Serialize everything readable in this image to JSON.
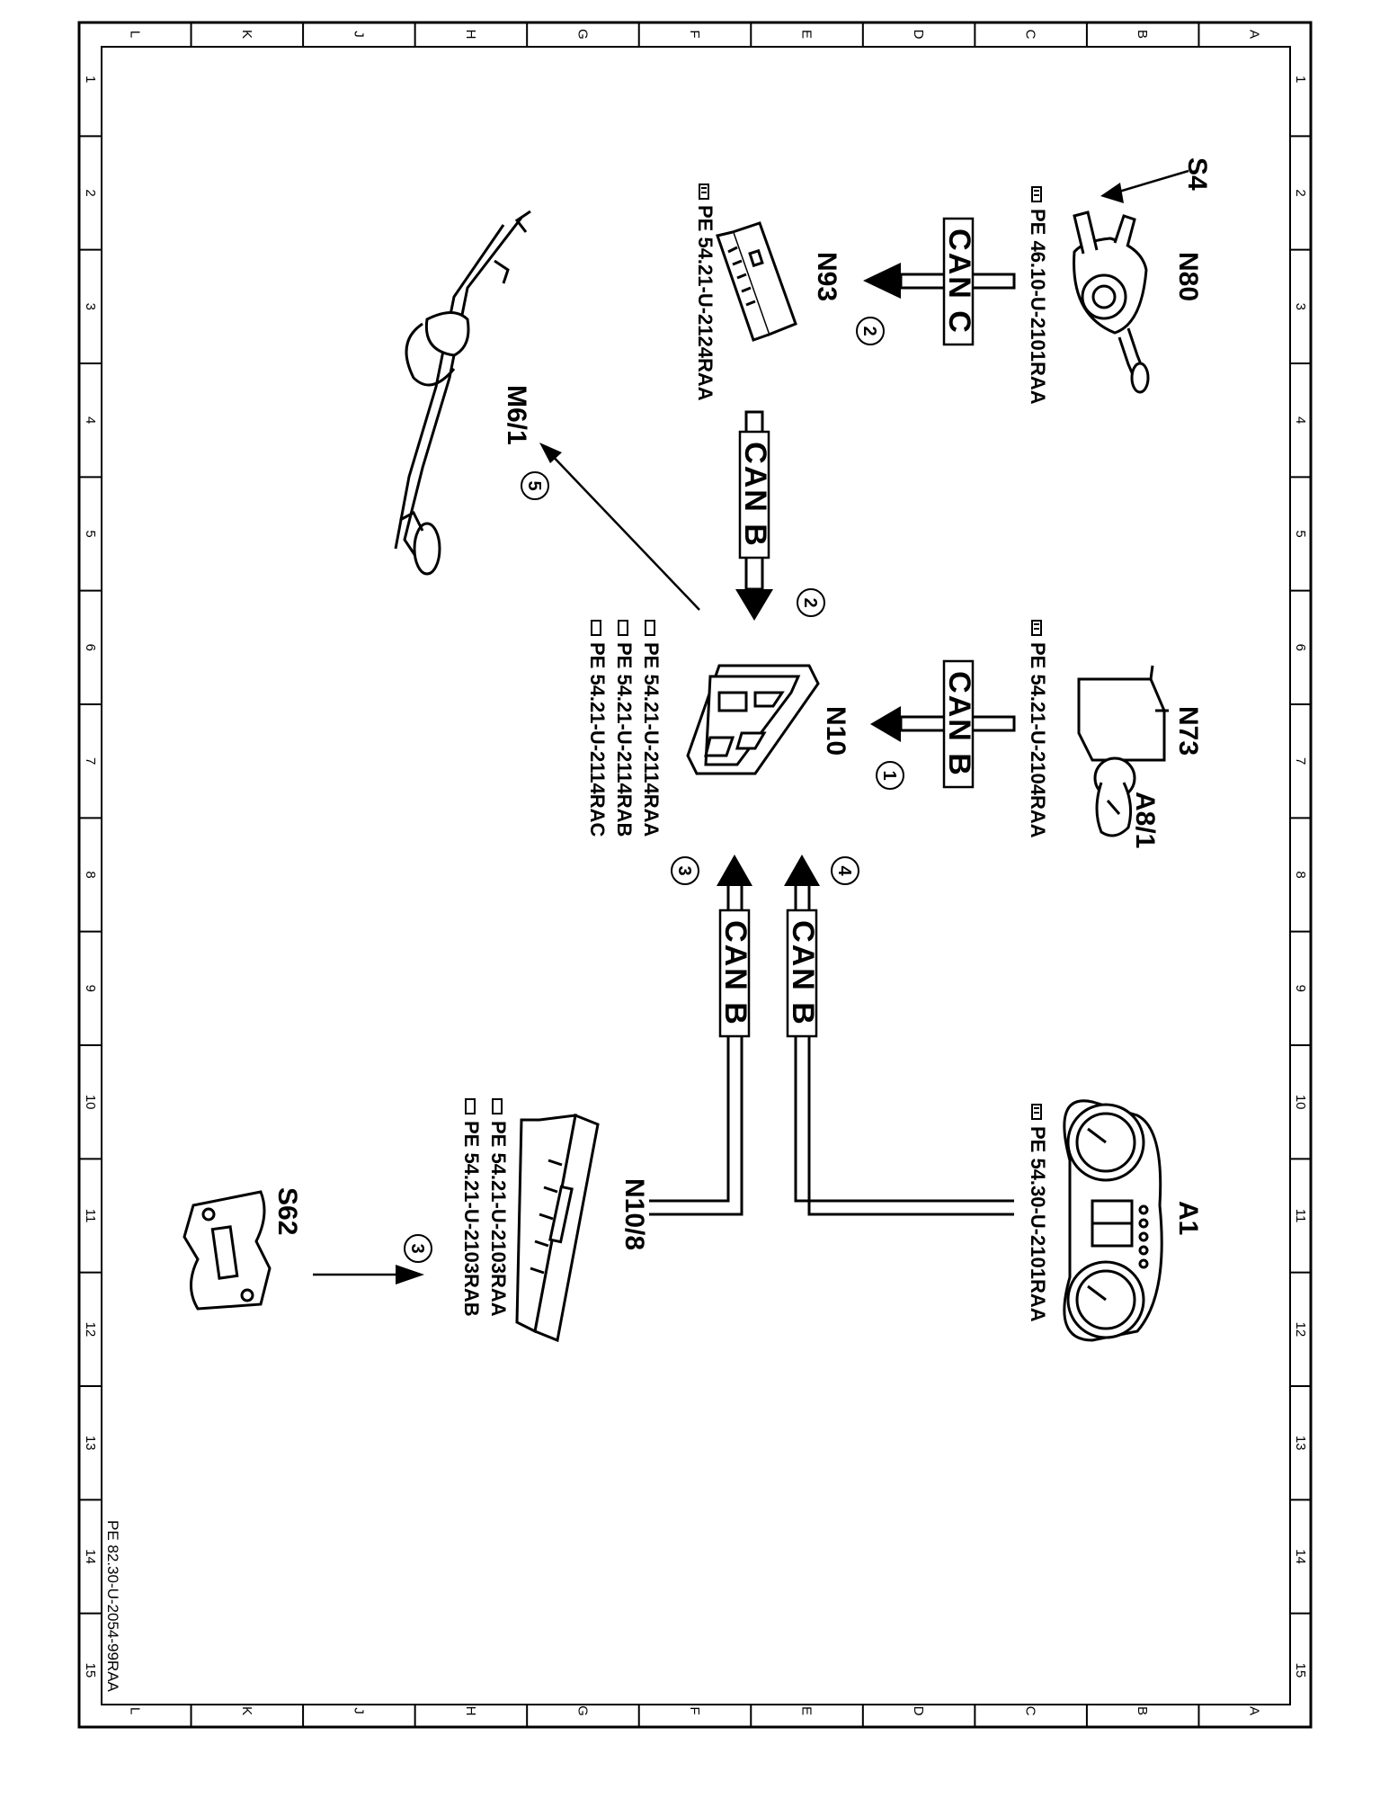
{
  "grid": {
    "letters": [
      "L",
      "K",
      "J",
      "H",
      "G",
      "F",
      "E",
      "D",
      "C",
      "B",
      "A"
    ],
    "numbers": [
      "1",
      "2",
      "3",
      "4",
      "5",
      "6",
      "7",
      "8",
      "9",
      "10",
      "11",
      "12",
      "13",
      "14",
      "15"
    ]
  },
  "footer": {
    "code": "PE 82.30-U-2054-99RAA"
  },
  "components": {
    "s4": {
      "label": "S4"
    },
    "n80": {
      "label": "N80",
      "ref": "PE 46.10-U-2101RAA"
    },
    "n93": {
      "label": "N93",
      "ref": "PE 54.21-U-2124RAA"
    },
    "m6_1": {
      "label": "M6/1"
    },
    "n73": {
      "label": "N73",
      "ref": "PE 54.21-U-2104RAA"
    },
    "a8_1": {
      "label": "A8/1"
    },
    "n10": {
      "label": "N10",
      "refs": [
        "PE 54.21-U-2114RAA",
        "PE 54.21-U-2114RAB",
        "PE 54.21-U-2114RAC"
      ]
    },
    "a1": {
      "label": "A1",
      "ref": "PE 54.30-U-2101RAA"
    },
    "n10_8": {
      "label": "N10/8",
      "refs": [
        "PE 54.21-U-2103RAA",
        "PE 54.21-U-2103RAB"
      ]
    },
    "s62": {
      "label": "S62"
    }
  },
  "connections": [
    {
      "bus": "CAN C",
      "step": "2"
    },
    {
      "bus": "CAN B",
      "step": "2"
    },
    {
      "bus": "CAN B",
      "step": "1"
    },
    {
      "bus": "CAN B",
      "step": "4"
    },
    {
      "bus": "CAN B",
      "step": "3"
    }
  ],
  "markers": {
    "s62_step": "3",
    "m6_1_step": "5"
  }
}
